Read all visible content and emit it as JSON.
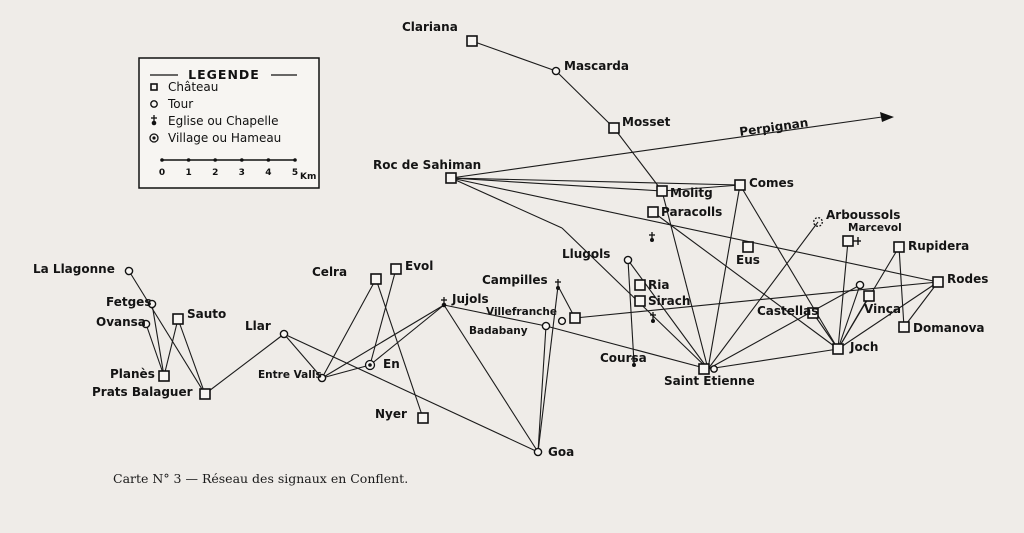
{
  "legend": {
    "title": "LEGENDE",
    "items": [
      {
        "symbol": "castle-square",
        "label": "Château"
      },
      {
        "symbol": "tower-circle",
        "label": "Tour"
      },
      {
        "symbol": "church-cross",
        "label": "Eglise ou Chapelle"
      },
      {
        "symbol": "village-dotted-circle",
        "label": "Village ou Hameau"
      }
    ],
    "scale_ticks": [
      "0",
      "1",
      "2",
      "3",
      "4",
      "5"
    ],
    "scale_unit": "Km"
  },
  "caption": "Carte N° 3 — Réseau des signaux en Conflent.",
  "arrow_label": "Perpignan",
  "places": [
    {
      "id": "clariana",
      "name": "Clariana",
      "type": "castle"
    },
    {
      "id": "mascarda",
      "name": "Mascarda",
      "type": "tower"
    },
    {
      "id": "mosset",
      "name": "Mosset",
      "type": "castle"
    },
    {
      "id": "roc-de-sahiman",
      "name": "Roc de Sahiman",
      "type": "castle"
    },
    {
      "id": "molitg",
      "name": "Molitg",
      "type": "castle"
    },
    {
      "id": "paracolls",
      "name": "Paracolls",
      "type": "castle"
    },
    {
      "id": "comes",
      "name": "Comes",
      "type": "castle"
    },
    {
      "id": "arboussols",
      "name": "Arboussols",
      "type": "village"
    },
    {
      "id": "marcevol",
      "name": "Marcevol",
      "type": "castle"
    },
    {
      "id": "rupidera",
      "name": "Rupidera",
      "type": "castle"
    },
    {
      "id": "eus",
      "name": "Eus",
      "type": "castle"
    },
    {
      "id": "llugols",
      "name": "Llugols",
      "type": "tower"
    },
    {
      "id": "rodes",
      "name": "Rodes",
      "type": "castle"
    },
    {
      "id": "ria",
      "name": "Ria",
      "type": "castle"
    },
    {
      "id": "sirach",
      "name": "Sirach",
      "type": "castle"
    },
    {
      "id": "vinca",
      "name": "Vinça",
      "type": "castle"
    },
    {
      "id": "castellas",
      "name": "Castellas",
      "type": "castle"
    },
    {
      "id": "domanova",
      "name": "Domanova",
      "type": "castle"
    },
    {
      "id": "joch",
      "name": "Joch",
      "type": "castle"
    },
    {
      "id": "saint-etienne",
      "name": "Saint Etienne",
      "type": "castle"
    },
    {
      "id": "coursa",
      "name": "Coursa",
      "type": "church"
    },
    {
      "id": "campilles",
      "name": "Campilles",
      "type": "church"
    },
    {
      "id": "villefranche",
      "name": "Villefranche",
      "type": "castle"
    },
    {
      "id": "badabany",
      "name": "Badabany",
      "type": "tower"
    },
    {
      "id": "jujols",
      "name": "Jujols",
      "type": "church"
    },
    {
      "id": "evol",
      "name": "Evol",
      "type": "castle"
    },
    {
      "id": "celra",
      "name": "Celra",
      "type": "castle"
    },
    {
      "id": "en",
      "name": "En",
      "type": "village"
    },
    {
      "id": "entre-valls",
      "name": "Entre Valls",
      "type": "tower"
    },
    {
      "id": "nyer",
      "name": "Nyer",
      "type": "castle"
    },
    {
      "id": "goa",
      "name": "Goa",
      "type": "tower"
    },
    {
      "id": "llar",
      "name": "Llar",
      "type": "tower"
    },
    {
      "id": "la-llagonne",
      "name": "La Llagonne",
      "type": "tower"
    },
    {
      "id": "fetges",
      "name": "Fetges",
      "type": "tower"
    },
    {
      "id": "ovansa",
      "name": "Ovansa",
      "type": "tower"
    },
    {
      "id": "sauto",
      "name": "Sauto",
      "type": "castle"
    },
    {
      "id": "planes",
      "name": "Planès",
      "type": "castle"
    },
    {
      "id": "prats-balaguer",
      "name": "Prats Balaguer",
      "type": "castle"
    }
  ]
}
